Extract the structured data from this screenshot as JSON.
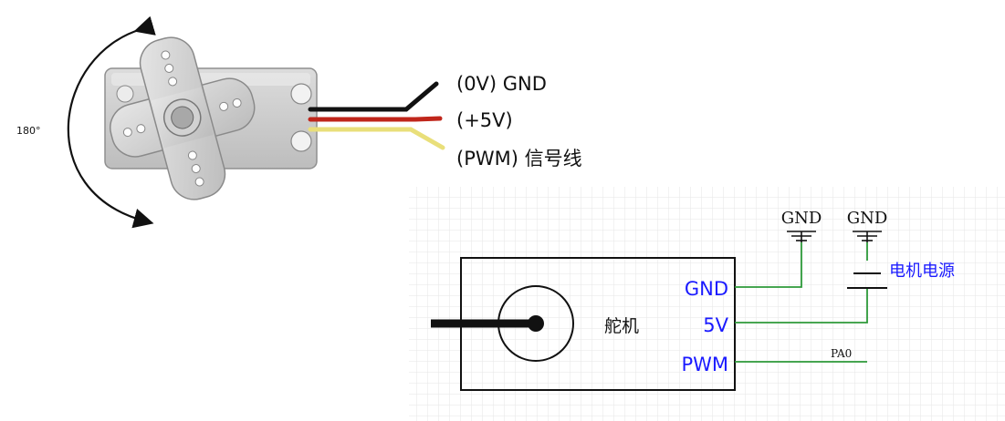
{
  "servo_photo": {
    "rotation_label": "180°",
    "wires": [
      {
        "label": "(0V) GND",
        "color": "#111111"
      },
      {
        "label": "(+5V)",
        "color": "#c0261b"
      },
      {
        "label": "(PWM) 信号线",
        "color": "#e9df7a"
      }
    ]
  },
  "schematic": {
    "component_label": "舵机",
    "pins": {
      "gnd": "GND",
      "v5": "5V",
      "pwm": "PWM"
    },
    "ground_symbols": [
      "GND",
      "GND"
    ],
    "power_source_label": "电机电源",
    "net_label": "PA0",
    "colors": {
      "pin_text": "#1a1aff",
      "wire": "#2e9a3a",
      "grid": "#e6e6e6"
    }
  }
}
